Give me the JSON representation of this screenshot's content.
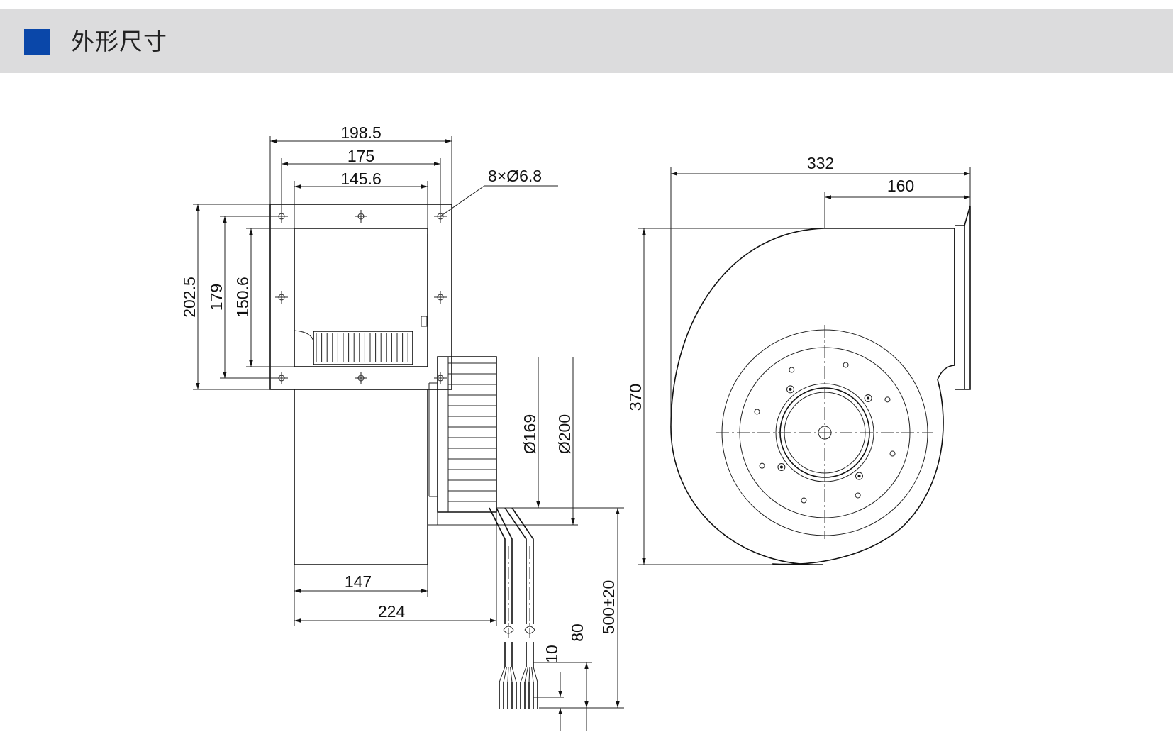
{
  "header": {
    "title": "外形尺寸",
    "accent_color": "#0a47a9",
    "band_color": "#dcdcdd"
  },
  "diagram": {
    "front_view": {
      "dims": {
        "overall_width": "198.5",
        "hole_pitch_outer": "175",
        "hole_pitch_inner": "145.6",
        "holes": "8×Ø6.8",
        "overall_height": "202.5",
        "height_pitch_outer": "179",
        "height_pitch_inner": "150.6",
        "motor_dia_small": "Ø169",
        "motor_dia_large": "Ø200",
        "housing_depth": "147",
        "overall_depth": "224",
        "cable_length": "500±20",
        "strip_length": "80",
        "wire_end": "10"
      }
    },
    "side_view": {
      "dims": {
        "overall_width": "332",
        "center_to_outlet": "160",
        "overall_height": "370"
      }
    }
  }
}
